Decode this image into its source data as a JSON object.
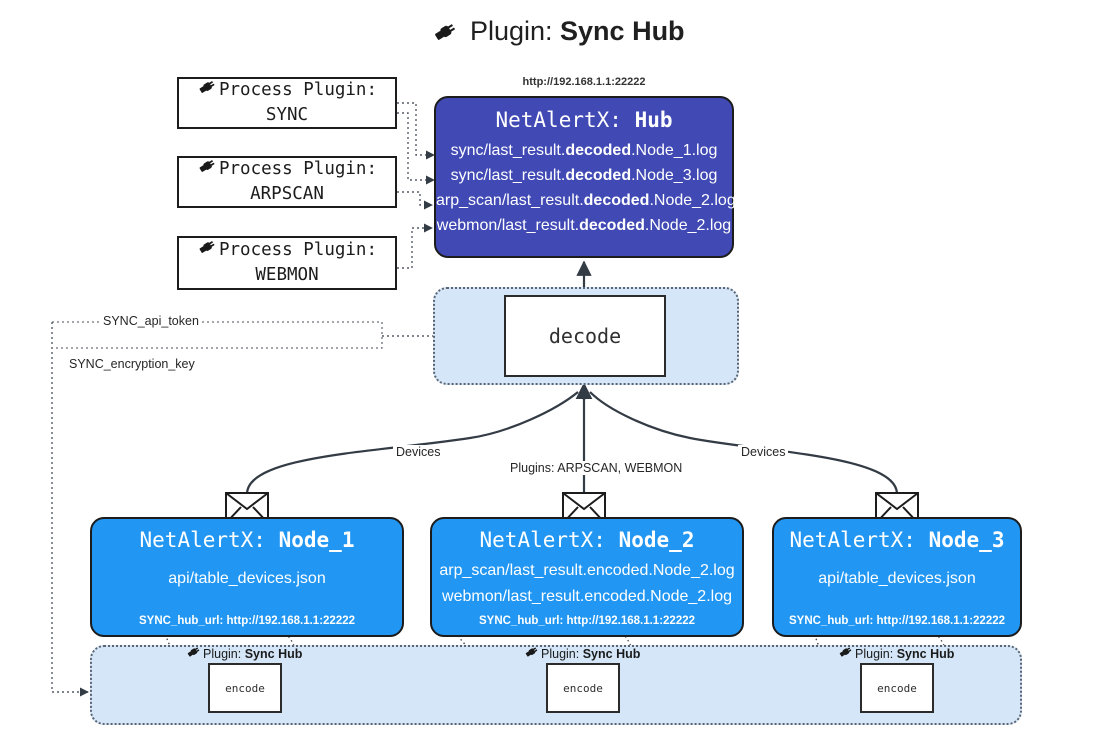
{
  "title": {
    "icon": "plug-icon",
    "prefix": "Plugin:",
    "name": "Sync Hub"
  },
  "process_plugins": [
    {
      "icon": "plug-icon",
      "label": "Process Plugin:",
      "name": "SYNC"
    },
    {
      "icon": "plug-icon",
      "label": "Process Plugin:",
      "name": "ARPSCAN"
    },
    {
      "icon": "plug-icon",
      "label": "Process Plugin:",
      "name": "WEBMON"
    }
  ],
  "hub": {
    "url": "http://192.168.1.1:22222",
    "title_prefix": "NetAlertX:",
    "title_name": "Hub",
    "lines": [
      {
        "pre": "sync/last_result.",
        "mid": "decoded",
        "post": ".Node_1.log"
      },
      {
        "pre": "sync/last_result.",
        "mid": "decoded",
        "post": ".Node_3.log"
      },
      {
        "pre": "arp_scan/last_result.",
        "mid": "decoded",
        "post": ".Node_2.log"
      },
      {
        "pre": "webmon/last_result.",
        "mid": "decoded",
        "post": ".Node_2.log"
      }
    ]
  },
  "decode": {
    "label": "decode"
  },
  "secrets": [
    {
      "label": "SYNC_api_token"
    },
    {
      "label": "SYNC_encryption_key"
    }
  ],
  "edge_labels": {
    "devices_left": "Devices",
    "devices_right": "Devices",
    "plugins_center": "Plugins: ARPSCAN, WEBMON"
  },
  "nodes": [
    {
      "icon": "envelope-icon",
      "title_prefix": "NetAlertX:",
      "title_name": "Node_1",
      "lines": [
        {
          "pre": "api/table_devices.json",
          "mid": "",
          "post": ""
        }
      ],
      "footer": "SYNC_hub_url: http://192.168.1.1:22222"
    },
    {
      "icon": "envelope-icon",
      "title_prefix": "NetAlertX:",
      "title_name": "Node_2",
      "lines": [
        {
          "pre": "arp_scan/last_result.encoded.Node_2.log",
          "mid": "",
          "post": ""
        },
        {
          "pre": "webmon/last_result.encoded.Node_2.log",
          "mid": "",
          "post": ""
        }
      ],
      "footer": "SYNC_hub_url: http://192.168.1.1:22222"
    },
    {
      "icon": "envelope-icon",
      "title_prefix": "NetAlertX:",
      "title_name": "Node_3",
      "lines": [
        {
          "pre": "api/table_devices.json",
          "mid": "",
          "post": ""
        }
      ],
      "footer": "SYNC_hub_url: http://192.168.1.1:22222"
    }
  ],
  "encoders": [
    {
      "icon": "plug-icon",
      "caption_prefix": "Plugin:",
      "caption_name": "Sync Hub",
      "label": "encode"
    },
    {
      "icon": "plug-icon",
      "caption_prefix": "Plugin:",
      "caption_name": "Sync Hub",
      "label": "encode"
    },
    {
      "icon": "plug-icon",
      "caption_prefix": "Plugin:",
      "caption_name": "Sync Hub",
      "label": "encode"
    }
  ],
  "colors": {
    "hub": "#4049b4",
    "node": "#2196f3",
    "cluster": "#d4e6f8",
    "stroke": "#1c1c1c"
  }
}
